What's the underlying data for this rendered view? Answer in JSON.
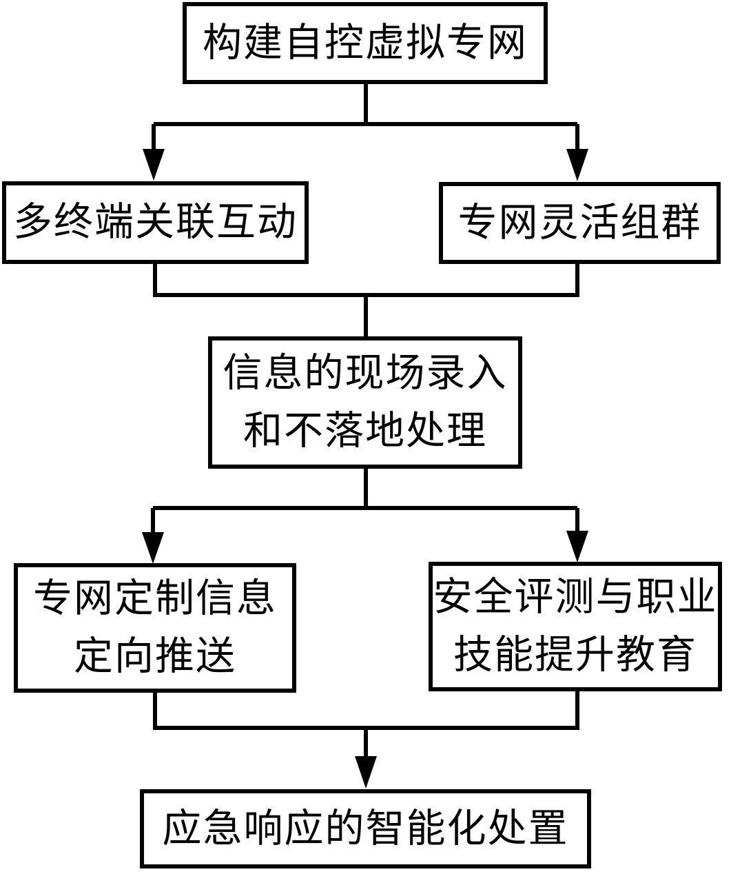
{
  "diagram": {
    "type": "flowchart",
    "background_color": "#ffffff",
    "line_color": "#000000",
    "nodes": {
      "build_network": {
        "label": "构建自控虚拟专网"
      },
      "multi_terminal": {
        "label": "多终端关联互动"
      },
      "flexible_grouping": {
        "label": "专网灵活组群"
      },
      "onsite_entry": {
        "line1": "信息的现场录入",
        "line2": "和不落地处理"
      },
      "custom_push": {
        "line1": "专网定制信息",
        "line2": "定向推送"
      },
      "safety_training": {
        "line1": "安全评测与职业",
        "line2": "技能提升教育"
      },
      "emergency": {
        "label": "应急响应的智能化处置"
      }
    },
    "edges": [
      {
        "from": "build_network",
        "to": "multi_terminal",
        "arrow": true
      },
      {
        "from": "build_network",
        "to": "flexible_grouping",
        "arrow": true
      },
      {
        "from": "multi_terminal",
        "to": "onsite_entry",
        "arrow": false
      },
      {
        "from": "flexible_grouping",
        "to": "onsite_entry",
        "arrow": false
      },
      {
        "from": "onsite_entry",
        "to": "custom_push",
        "arrow": true
      },
      {
        "from": "onsite_entry",
        "to": "safety_training",
        "arrow": true
      },
      {
        "from": "custom_push",
        "to": "emergency",
        "arrow": true
      },
      {
        "from": "safety_training",
        "to": "emergency",
        "arrow": true
      }
    ]
  }
}
